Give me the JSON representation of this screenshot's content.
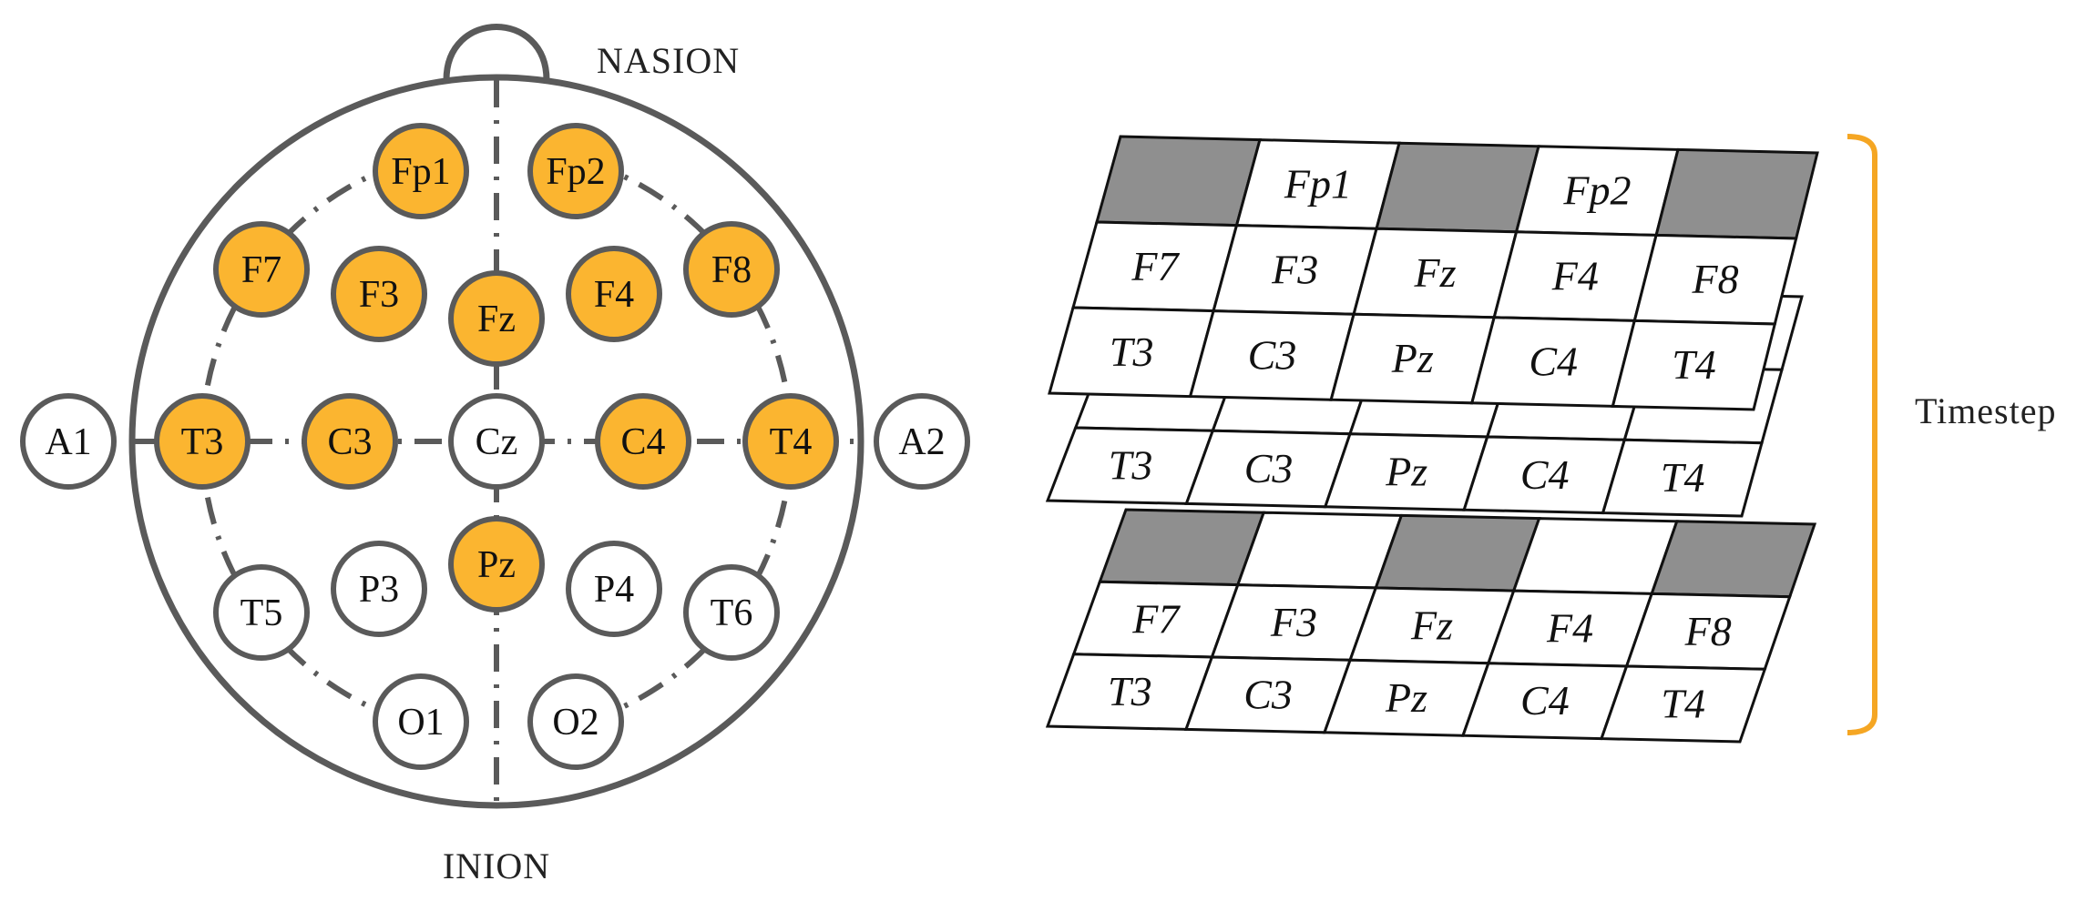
{
  "head_map": {
    "labels": {
      "top": "NASION",
      "bottom": "INION"
    },
    "electrodes": [
      {
        "name": "Fp1",
        "active": true
      },
      {
        "name": "Fp2",
        "active": true
      },
      {
        "name": "F7",
        "active": true
      },
      {
        "name": "F3",
        "active": true
      },
      {
        "name": "Fz",
        "active": true
      },
      {
        "name": "F4",
        "active": true
      },
      {
        "name": "F8",
        "active": true
      },
      {
        "name": "A1",
        "active": false
      },
      {
        "name": "T3",
        "active": true
      },
      {
        "name": "C3",
        "active": true
      },
      {
        "name": "Cz",
        "active": false
      },
      {
        "name": "C4",
        "active": true
      },
      {
        "name": "T4",
        "active": true
      },
      {
        "name": "A2",
        "active": false
      },
      {
        "name": "T5",
        "active": false
      },
      {
        "name": "P3",
        "active": false
      },
      {
        "name": "Pz",
        "active": true
      },
      {
        "name": "P4",
        "active": false
      },
      {
        "name": "T6",
        "active": false
      },
      {
        "name": "O1",
        "active": false
      },
      {
        "name": "O2",
        "active": false
      }
    ]
  },
  "grid_stack": {
    "layers": [
      {
        "rows": [
          [
            "",
            "Fp1",
            "",
            "Fp2",
            ""
          ],
          [
            "F7",
            "F3",
            "Fz",
            "F4",
            "F8"
          ],
          [
            "T3",
            "C3",
            "Pz",
            "C4",
            "T4"
          ]
        ]
      },
      {
        "rows": [
          [
            "",
            "",
            "",
            "",
            ""
          ],
          [
            "",
            "",
            "",
            "",
            ""
          ],
          [
            "T3",
            "C3",
            "Pz",
            "C4",
            "T4"
          ]
        ]
      },
      {
        "rows": [
          [
            "",
            "",
            "",
            "",
            ""
          ],
          [
            "F7",
            "F3",
            "Fz",
            "F4",
            "F8"
          ],
          [
            "T3",
            "C3",
            "Pz",
            "C4",
            "T4"
          ]
        ]
      }
    ],
    "bracket_label": "Timestep"
  },
  "colors": {
    "active_fill": "#FBB530",
    "inactive_fill": "#FFFFFF",
    "outline": "#5a5a5a",
    "empty_cell": "#8f8f8f",
    "bracket": "#F5A623"
  }
}
